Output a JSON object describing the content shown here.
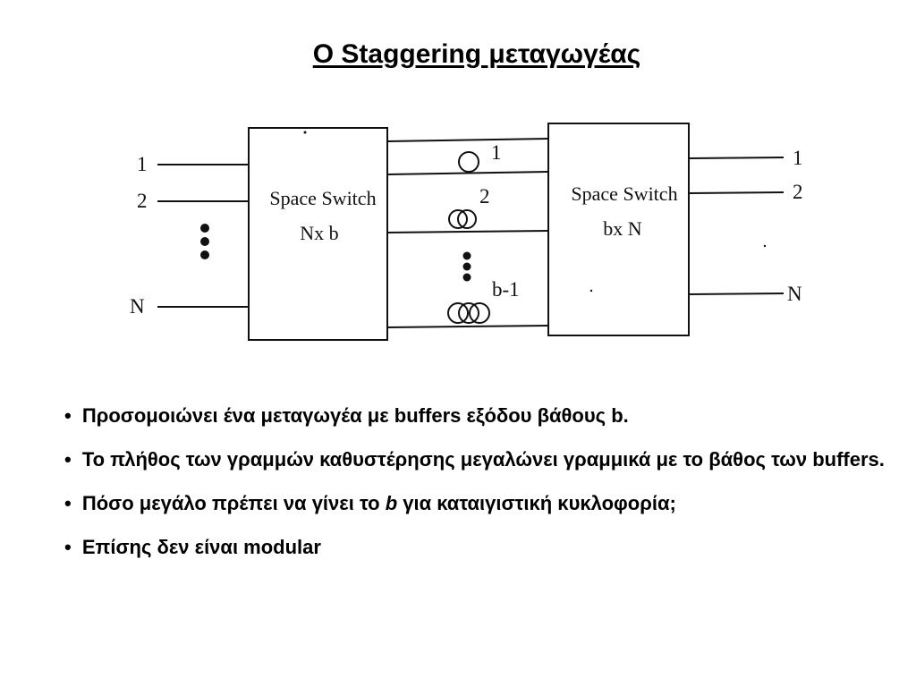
{
  "title": "Ο Staggering μεταγωγέας",
  "diagram": {
    "inputs": [
      "1",
      "2",
      "N"
    ],
    "outputs": [
      "1",
      "2",
      "N"
    ],
    "left_switch": {
      "line1": "Space Switch",
      "line2": "Nx b"
    },
    "right_switch": {
      "line1": "Space Switch",
      "line2": "bx N"
    },
    "delay_labels": [
      "1",
      "2",
      "b-1"
    ]
  },
  "bullets": [
    "Προσομοιώνει ένα μεταγωγέα με buffers εξόδου βάθους b.",
    "Το πλήθος των γραμμών καθυστέρησης μεγαλώνει γραμμικά με το βάθος των buffers.",
    {
      "before": "Πόσο μεγάλο πρέπει να γίνει το ",
      "emphasis": "b",
      "after": " για καταιγιστική κυκλοφορία;"
    },
    "Επίσης δεν είναι modular"
  ]
}
